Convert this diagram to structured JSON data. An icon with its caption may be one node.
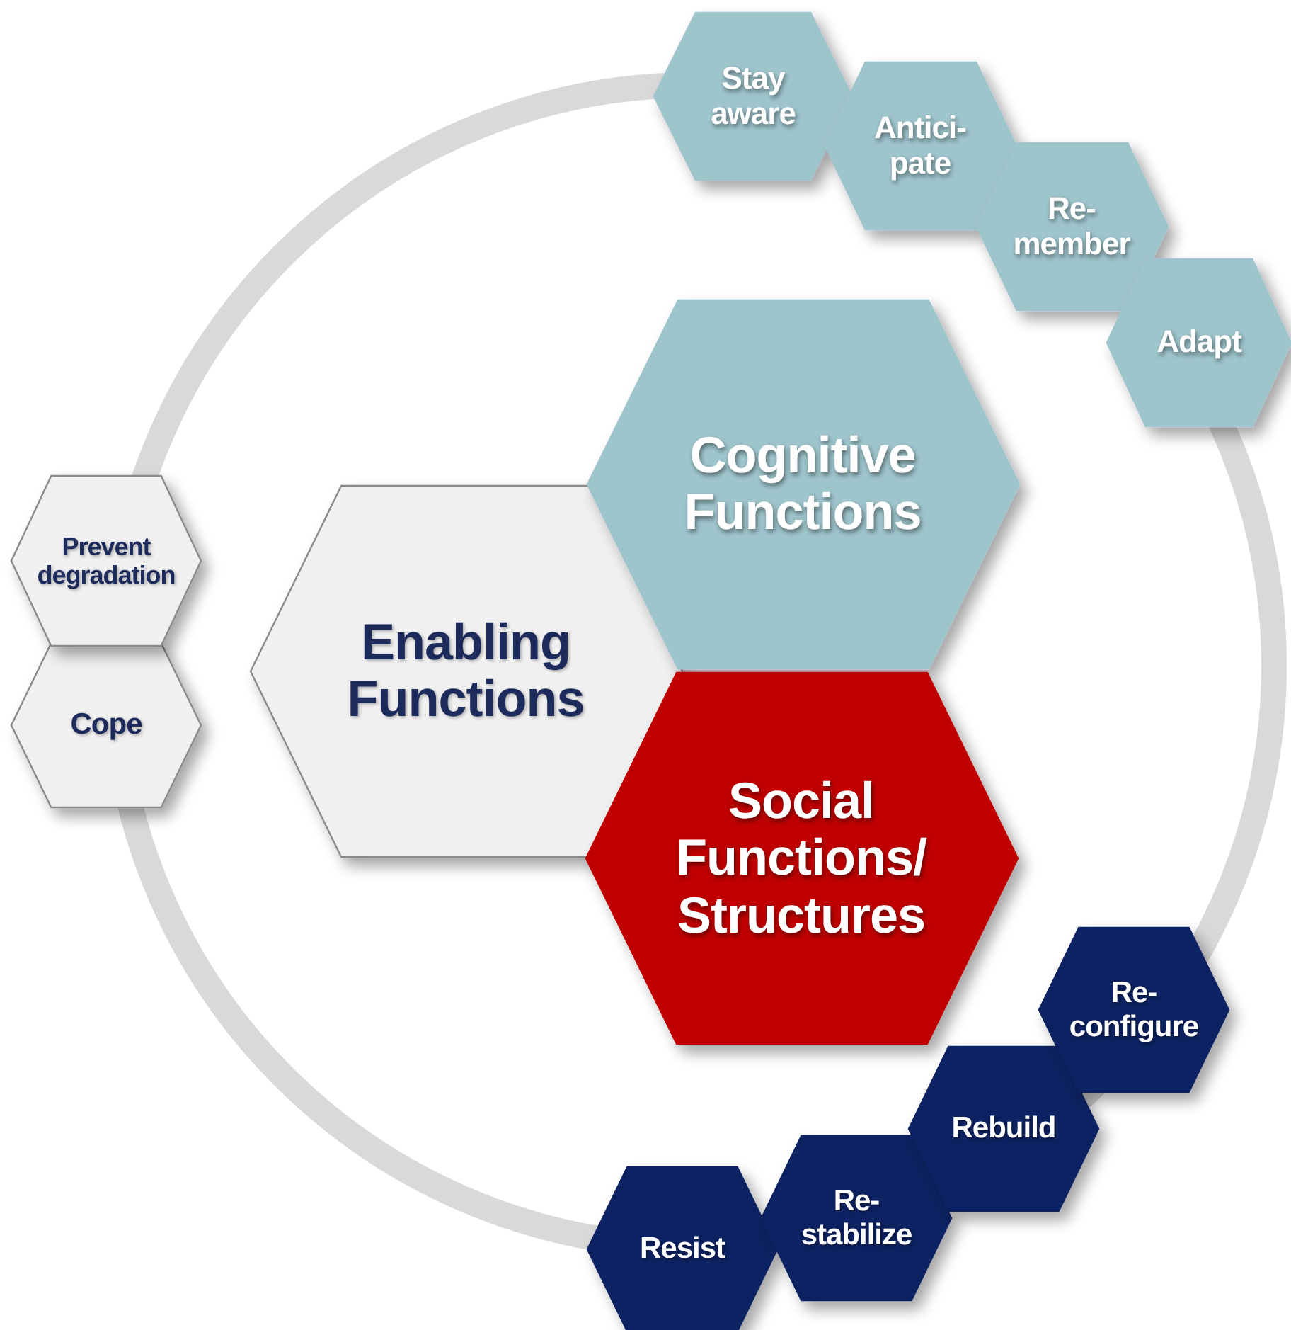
{
  "diagram": {
    "nodes": [
      {
        "text": [
          "Stay aware"
        ]
      },
      {
        "text": [
          "Antici- pate"
        ]
      },
      {
        "text": [
          "Re- member"
        ]
      },
      {
        "text": [
          "Adapt"
        ]
      },
      {
        "text": [
          "Cognitive Functions"
        ]
      },
      {
        "text": [
          "Prevent degradation"
        ]
      },
      {
        "text": [
          "Enabling Functions"
        ]
      },
      {
        "text": [
          "Cope"
        ]
      },
      {
        "text": [
          "Social Functions/ Structures"
        ]
      },
      {
        "text": [
          "Re- configure"
        ]
      },
      {
        "text": [
          "Rebuild"
        ]
      },
      {
        "text": [
          "Re- stabilize"
        ]
      },
      {
        "text": [
          "Resist"
        ]
      }
    ]
  }
}
